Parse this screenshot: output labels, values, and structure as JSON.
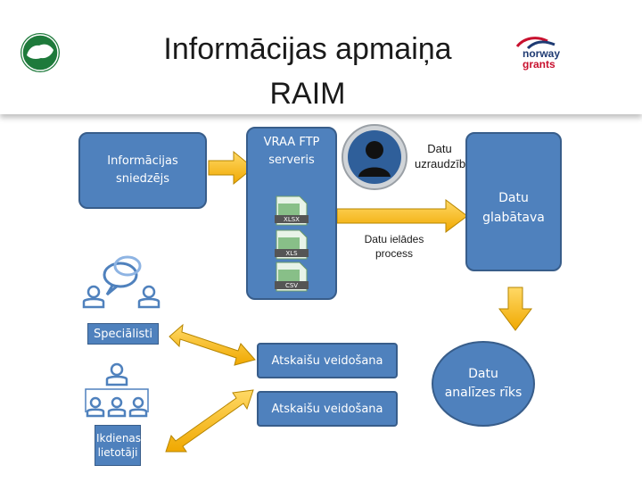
{
  "title": {
    "line1": "Informācijas apmaiņa",
    "line2": "RAIM"
  },
  "logos": {
    "left": "latvia-map-logo",
    "right_line1": "norway",
    "right_line2": "grants"
  },
  "nodes": {
    "provider": "Informācijas sniedzējs",
    "ftp": "VRAA FTP serveris",
    "supervision": "Datu uzraudzība",
    "storage": "Datu glabātava",
    "loading": "Datu ielādes process",
    "report1": "Atskaišu veidošana",
    "report2": "Atskaišu veidošana",
    "analysis": "Datu analīzes rīks",
    "specialists": "Speciālisti",
    "daily_users": "Ikdienas lietotāji"
  },
  "files": [
    "XLSX",
    "XLS",
    "CSV"
  ],
  "colors": {
    "box": "#4f81bd",
    "box_border": "#385d8a",
    "arrow": "#ffc000",
    "arrow_border": "#b68500",
    "people": "#4f81bd"
  }
}
